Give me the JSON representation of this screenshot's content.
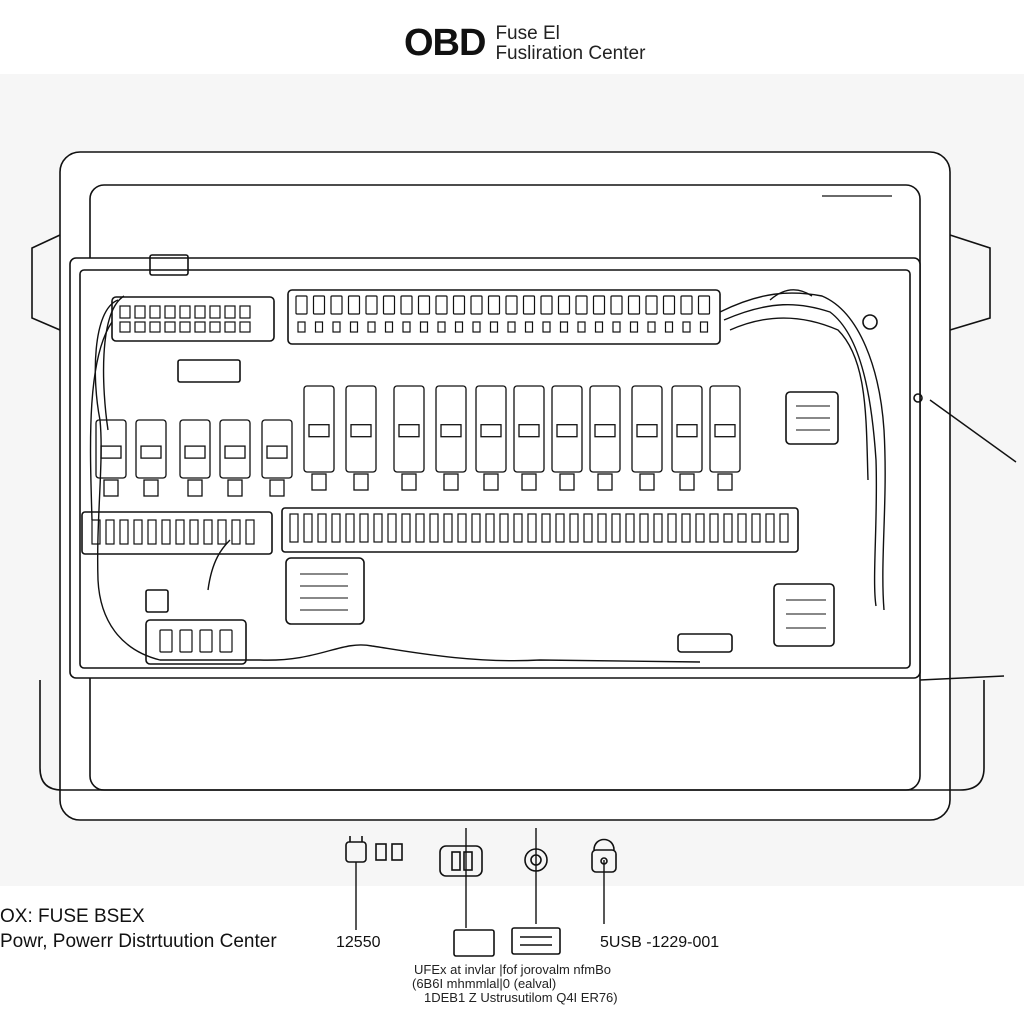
{
  "header": {
    "brand": "OBD",
    "line1": "Fuse El",
    "line2": "Fusliration Center"
  },
  "caption": {
    "line1": "OX: FUSE BSEX",
    "line2": "Powr, Powerr Distrtuution Center"
  },
  "labels": {
    "left_number": "12550",
    "right_number": "5USB -1229-001"
  },
  "notes": [
    "UFEx at invlar |fof jorovalm nfmBo",
    "(6B6I mhmmlal|0 (ealval)",
    "1DEB1 Z Ustrusutilom Q4I ER76)"
  ],
  "icons": [
    "plug-icon",
    "fuse-icon",
    "ring-terminal-icon",
    "lock-connector-icon"
  ],
  "colors": {
    "line": "#111111",
    "panel": "#ffffff",
    "background": "#f6f6f6"
  }
}
